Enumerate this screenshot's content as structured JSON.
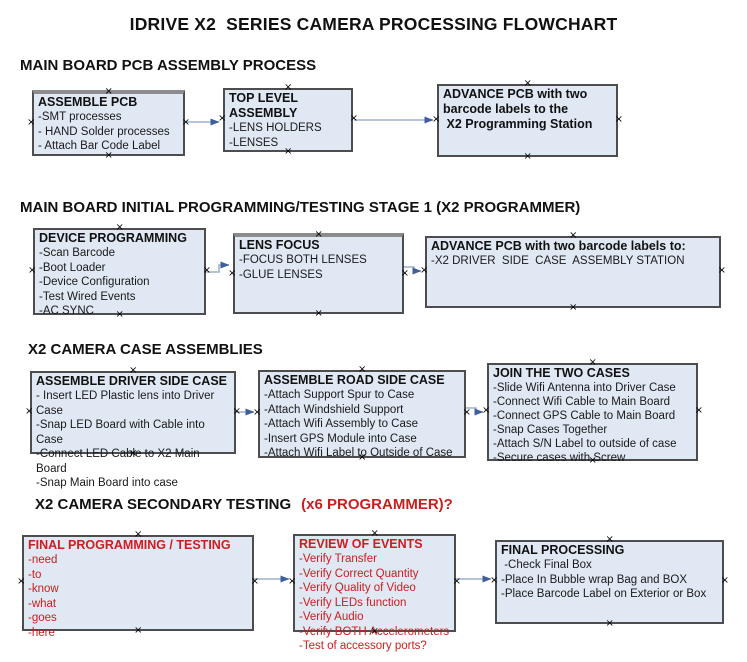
{
  "page_title": "IDRIVE X2  SERIES CAMERA PROCESSING FLOWCHART",
  "colors": {
    "box_fill": "#dfe8f3",
    "box_border": "#4d4d4d",
    "arrow_line": "#9db1cd",
    "arrow_head": "#3e5e9e",
    "red_text": "#cc1e1e",
    "text": "#1a1a1a"
  },
  "sections": [
    {
      "heading": "MAIN BOARD PCB ASSEMBLY PROCESS"
    },
    {
      "heading": "MAIN BOARD INITIAL PROGRAMMING/TESTING STAGE 1 (X2 PROGRAMMER)"
    },
    {
      "heading": "X2 CAMERA CASE ASSEMBLIES"
    },
    {
      "heading_black": "X2 CAMERA SECONDARY TESTING",
      "heading_red": "(x6 PROGRAMMER)?"
    }
  ],
  "boxes": [
    {
      "title": "ASSEMBLE PCB",
      "lines": [
        "-SMT processes",
        "- HAND Solder processes",
        "- Attach Bar Code Label"
      ]
    },
    {
      "title": "TOP LEVEL ASSEMBLY",
      "lines": [
        "-LENS HOLDERS",
        "-LENSES"
      ]
    },
    {
      "title": "ADVANCE PCB with two barcode labels to the\n X2 Programming Station",
      "lines": []
    },
    {
      "title": "DEVICE PROGRAMMING",
      "lines": [
        "-Scan Barcode",
        "-Boot Loader",
        "-Device Configuration",
        "-Test Wired Events",
        "-AC SYNC"
      ]
    },
    {
      "title": "LENS FOCUS",
      "lines": [
        "-FOCUS BOTH LENSES",
        "-GLUE LENSES"
      ]
    },
    {
      "title": "ADVANCE PCB with two barcode labels to:",
      "lines": [
        "-X2 DRIVER  SIDE  CASE  ASSEMBLY STATION"
      ]
    },
    {
      "title": "ASSEMBLE DRIVER SIDE CASE",
      "lines": [
        "- Insert LED Plastic lens into Driver Case",
        "-Snap LED Board with Cable into Case",
        "-Connect LED Cable to X2 Main Board",
        "-Snap Main Board into case"
      ]
    },
    {
      "title": "ASSEMBLE ROAD SIDE CASE",
      "lines": [
        "-Attach Support Spur to Case",
        "-Attach Windshield Support",
        "-Attach Wifi Assembly to Case",
        "-Insert GPS Module into Case",
        "-Attach Wifi Label to Outside of Case"
      ]
    },
    {
      "title": "JOIN THE TWO CASES",
      "lines": [
        "-Slide Wifi Antenna into Driver Case",
        "-Connect Wifi Cable to Main Board",
        "-Connect GPS Cable to Main Board",
        "-Snap Cases Together",
        "-Attach S/N Label to outside of case",
        "-Secure cases with Screw"
      ]
    },
    {
      "title": "FINAL PROGRAMMING / TESTING",
      "lines": [
        "-need",
        "-to",
        "-know",
        "-what",
        "-goes",
        "-here"
      ]
    },
    {
      "title": "REVIEW OF EVENTS",
      "lines": [
        "-Verify Transfer",
        "-Verify Correct Quantity",
        "-Verify Quality of Video",
        "-Verify LEDs function",
        "-Verify Audio",
        "-Verify BOTH Accelerometers",
        "-Test of accessory ports?"
      ]
    },
    {
      "title": "FINAL PROCESSING",
      "lines": [
        " -Check Final Box",
        "-Place In Bubble wrap Bag and BOX",
        "-Place Barcode Label on Exterior or Box"
      ]
    }
  ]
}
